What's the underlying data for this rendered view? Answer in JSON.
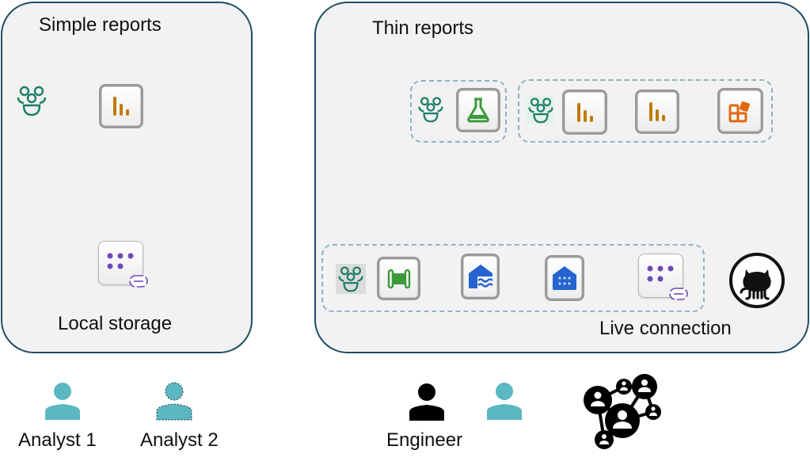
{
  "panels": {
    "simple": {
      "title": "Simple reports",
      "footer": "Local storage"
    },
    "thin": {
      "title": "Thin reports",
      "footer": "Live connection"
    }
  },
  "icons": {
    "workspace": "people-group-icon",
    "report": "bar-chart-report-icon",
    "semantic_model": "semantic-model-icon",
    "notebook": "flask-icon",
    "app": "app-icon",
    "pipeline": "pipeline-icon",
    "lakehouse": "lakehouse-icon",
    "warehouse": "warehouse-icon",
    "github": "github-icon",
    "network": "people-network-icon"
  },
  "people": [
    {
      "label": "Analyst 1",
      "style": "solid",
      "color": "#5bb7c1"
    },
    {
      "label": "Analyst 2",
      "style": "dashed",
      "color": "#5bb7c1"
    },
    {
      "label": "Engineer",
      "style": "solid",
      "color": "#000000"
    },
    {
      "label": "",
      "style": "solid",
      "color": "#5bb7c1"
    }
  ],
  "colors": {
    "panel_border": "#1f4e63",
    "panel_fill": "#f2f2f2",
    "arrow": "#3a9cc4",
    "group_border": "#8fb3c2",
    "workspace_green": "#1a7f64",
    "report_orange": "#c07a00",
    "semantic_purple": "#7048b8",
    "notebook_green": "#3d9a3a",
    "lake_blue": "#2564cf",
    "app_orange": "#e0670e"
  }
}
